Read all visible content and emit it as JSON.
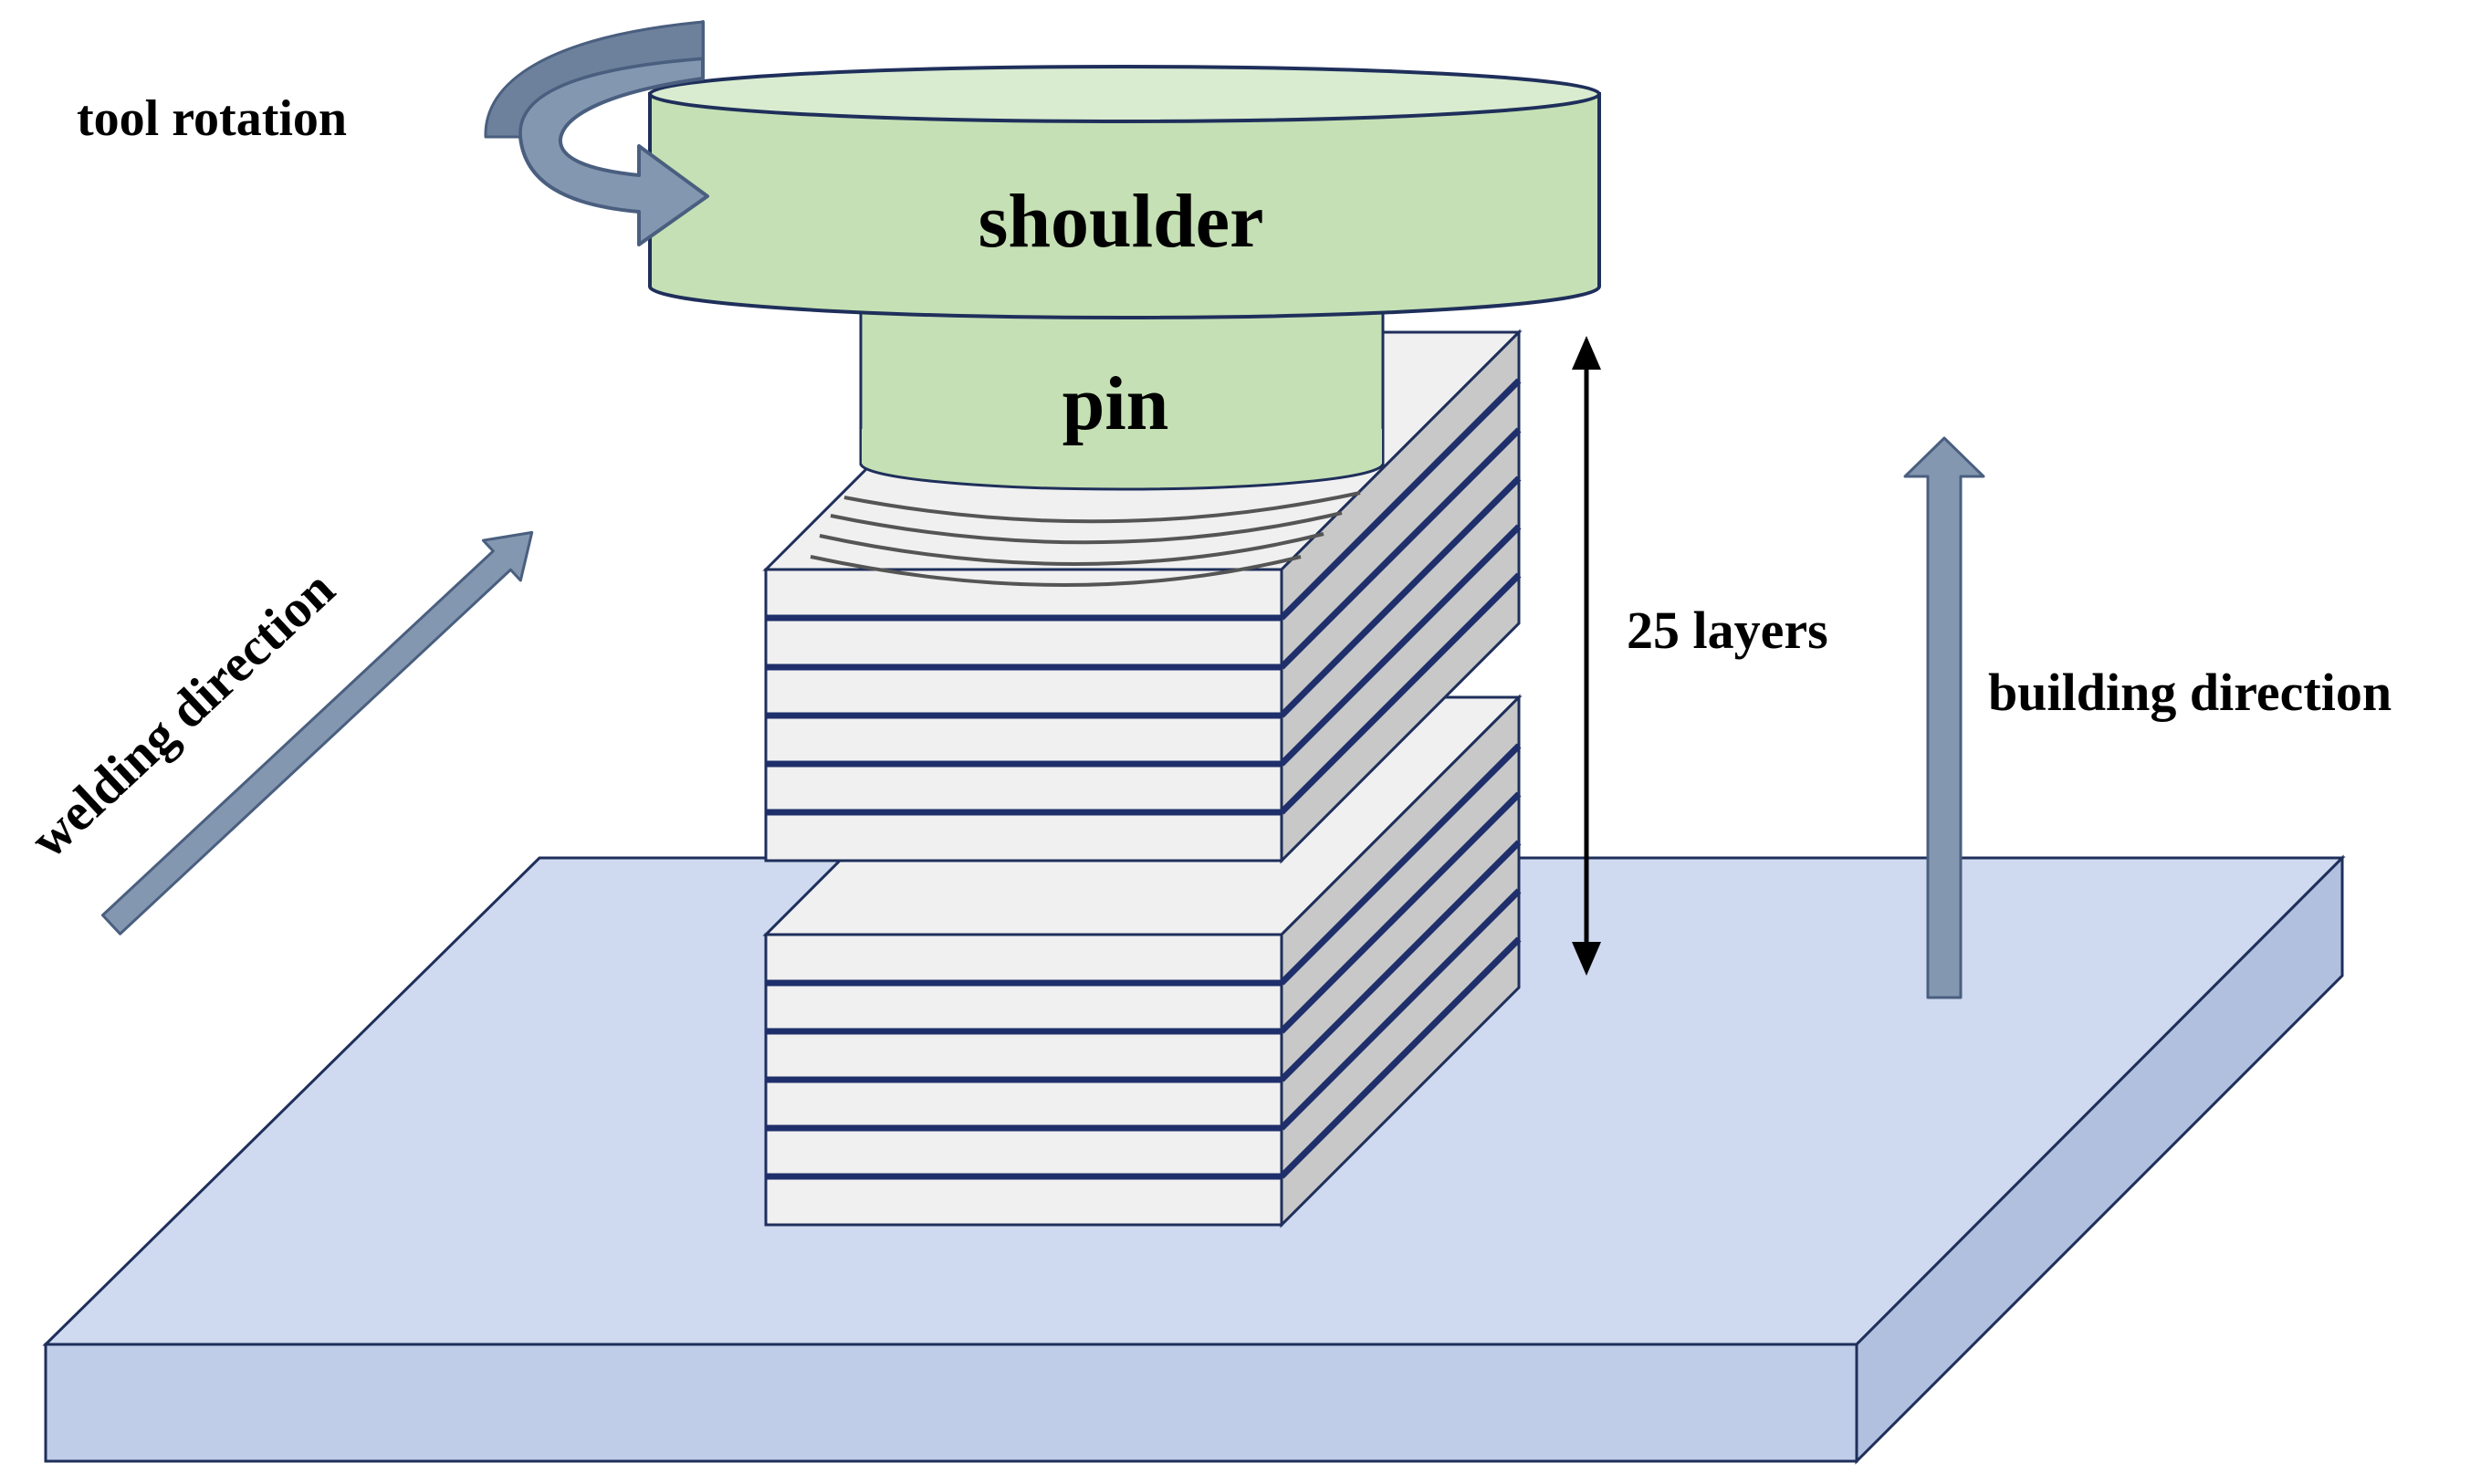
{
  "labels": {
    "tool_rotation": "tool rotation",
    "shoulder": "shoulder",
    "pin": "pin",
    "welding_direction": "welding direction",
    "layer_count": "25 layers",
    "building_direction": "building direction"
  },
  "colors": {
    "tool_green": "#c5e0b4",
    "tool_top_green": "#d9ecd0",
    "base_plate_top": "#cfd9ef",
    "base_plate_side": "#b8c6e3",
    "layer_front": "#f0f0f0",
    "layer_side": "#c8c8c8",
    "layer_stripe": "#1f2f6b",
    "outline": "#1f2f5b",
    "direction_arrow": "#8497b0",
    "direction_arrow_edge": "#4a5f7f",
    "height_arrow": "#000000"
  },
  "icons": {
    "tool_rotation": "curved-rotation-arrow",
    "welding_direction": "diagonal-arrow",
    "building_direction": "upward-block-arrow",
    "layer_height": "double-headed-arrow"
  }
}
